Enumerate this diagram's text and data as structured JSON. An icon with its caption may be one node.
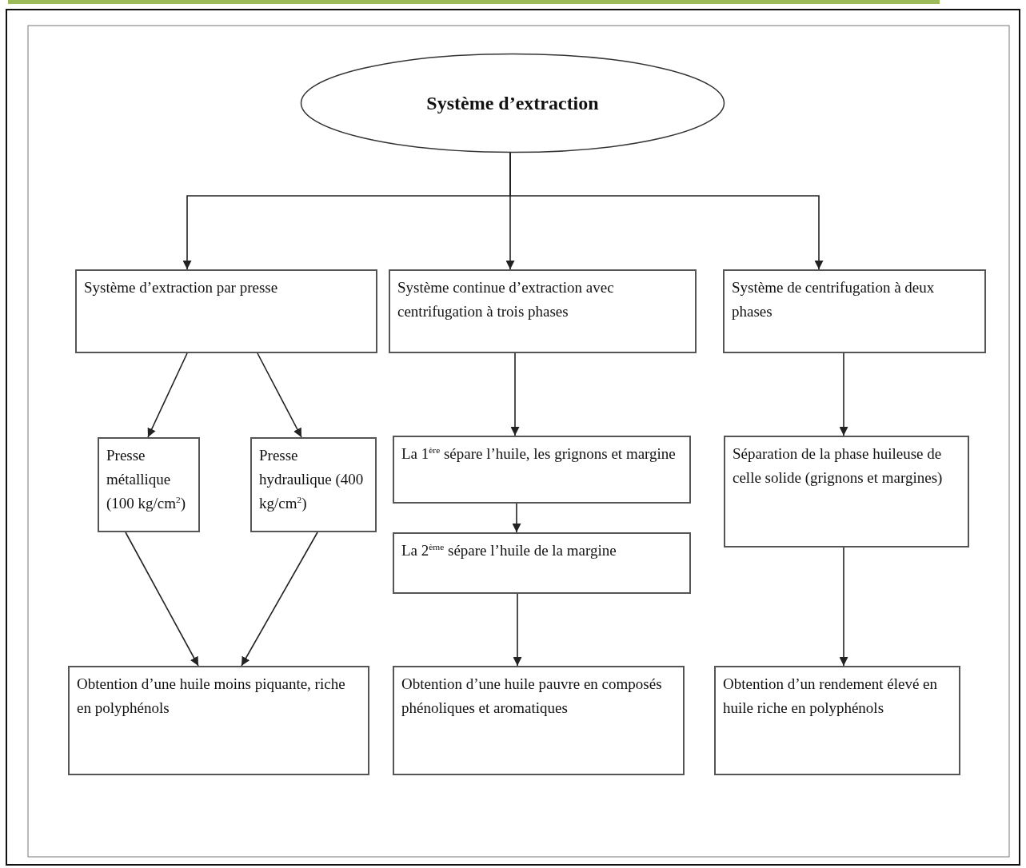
{
  "diagram": {
    "nodes": [
      {
        "text": [
          "Système d’extraction"
        ]
      },
      {
        "text": [
          "Système d’extraction par presse"
        ]
      },
      {
        "text": [
          "Système continue d’extraction avec centrifugation à trois phases"
        ]
      },
      {
        "text": [
          "Système de centrifugation à deux phases"
        ]
      },
      {
        "text": [
          "Presse métallique (100 kg/cm$^{2}$)"
        ]
      },
      {
        "text": [
          "Presse hydraulique (400 kg/cm$^{2}$)"
        ]
      },
      {
        "text": [
          "La 1$^{ère}$ sépare l’huile, les grignons et margine"
        ]
      },
      {
        "text": [
          "La 2$^{ème}$ sépare l’huile de la margine"
        ]
      },
      {
        "text": [
          "Séparation de la phase huileuse de celle solide (grignons et margines)"
        ]
      },
      {
        "text": [
          "Obtention d’une huile moins piquante, riche en polyphénols"
        ]
      },
      {
        "text": [
          "Obtention d’une huile pauvre en composés phénoliques et aromatiques"
        ]
      },
      {
        "text": [
          "Obtention d’un rendement élevé en huile riche en polyphénols"
        ]
      }
    ],
    "edges": [
      {
        "from": 0,
        "to": 1,
        "arrow": "to"
      },
      {
        "from": 0,
        "to": 2,
        "arrow": "to"
      },
      {
        "from": 0,
        "to": 3,
        "arrow": "to"
      },
      {
        "from": 1,
        "to": 4,
        "arrow": "to"
      },
      {
        "from": 1,
        "to": 5,
        "arrow": "to"
      },
      {
        "from": 2,
        "to": 6,
        "arrow": "to"
      },
      {
        "from": 6,
        "to": 7,
        "arrow": "to"
      },
      {
        "from": 3,
        "to": 8,
        "arrow": "to"
      },
      {
        "from": 4,
        "to": 9,
        "arrow": "to"
      },
      {
        "from": 5,
        "to": 9,
        "arrow": "to"
      },
      {
        "from": 7,
        "to": 10,
        "arrow": "to"
      },
      {
        "from": 8,
        "to": 11,
        "arrow": "to"
      }
    ]
  }
}
